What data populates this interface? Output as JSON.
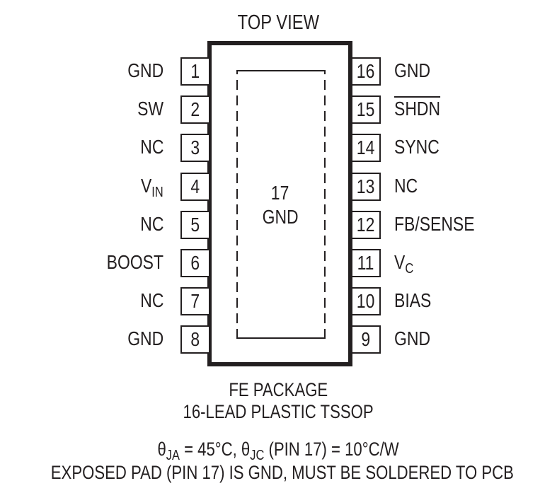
{
  "diagram": {
    "title": "TOP VIEW",
    "left_pins": [
      {
        "number": "1",
        "name": "GND",
        "sub": ""
      },
      {
        "number": "2",
        "name": "SW",
        "sub": ""
      },
      {
        "number": "3",
        "name": "NC",
        "sub": ""
      },
      {
        "number": "4",
        "name": "V",
        "sub": "IN"
      },
      {
        "number": "5",
        "name": "NC",
        "sub": ""
      },
      {
        "number": "6",
        "name": "BOOST",
        "sub": ""
      },
      {
        "number": "7",
        "name": "NC",
        "sub": ""
      },
      {
        "number": "8",
        "name": "GND",
        "sub": ""
      }
    ],
    "right_pins": [
      {
        "number": "16",
        "name": "GND",
        "sub": "",
        "overline": false
      },
      {
        "number": "15",
        "name": "SHDN",
        "sub": "",
        "overline": true
      },
      {
        "number": "14",
        "name": "SYNC",
        "sub": "",
        "overline": false
      },
      {
        "number": "13",
        "name": "NC",
        "sub": "",
        "overline": false
      },
      {
        "number": "12",
        "name": "FB/SENSE",
        "sub": "",
        "overline": false
      },
      {
        "number": "11",
        "name": "V",
        "sub": "C",
        "overline": false
      },
      {
        "number": "10",
        "name": "BIAS",
        "sub": "",
        "overline": false
      },
      {
        "number": "9",
        "name": "GND",
        "sub": "",
        "overline": false
      }
    ],
    "exposed_pad": {
      "number": "17",
      "name": "GND"
    },
    "package_line1": "FE PACKAGE",
    "package_line2": "16-LEAD PLASTIC TSSOP",
    "thermal": {
      "theta_symbol": "θ",
      "ja_sub": "JA",
      "ja_text": " = 45°C, ",
      "jc_sub": "JC",
      "jc_text": " (PIN 17) = 10°C/W"
    },
    "note": "EXPOSED PAD (PIN 17) IS GND, MUST BE SOLDERED TO PCB"
  }
}
